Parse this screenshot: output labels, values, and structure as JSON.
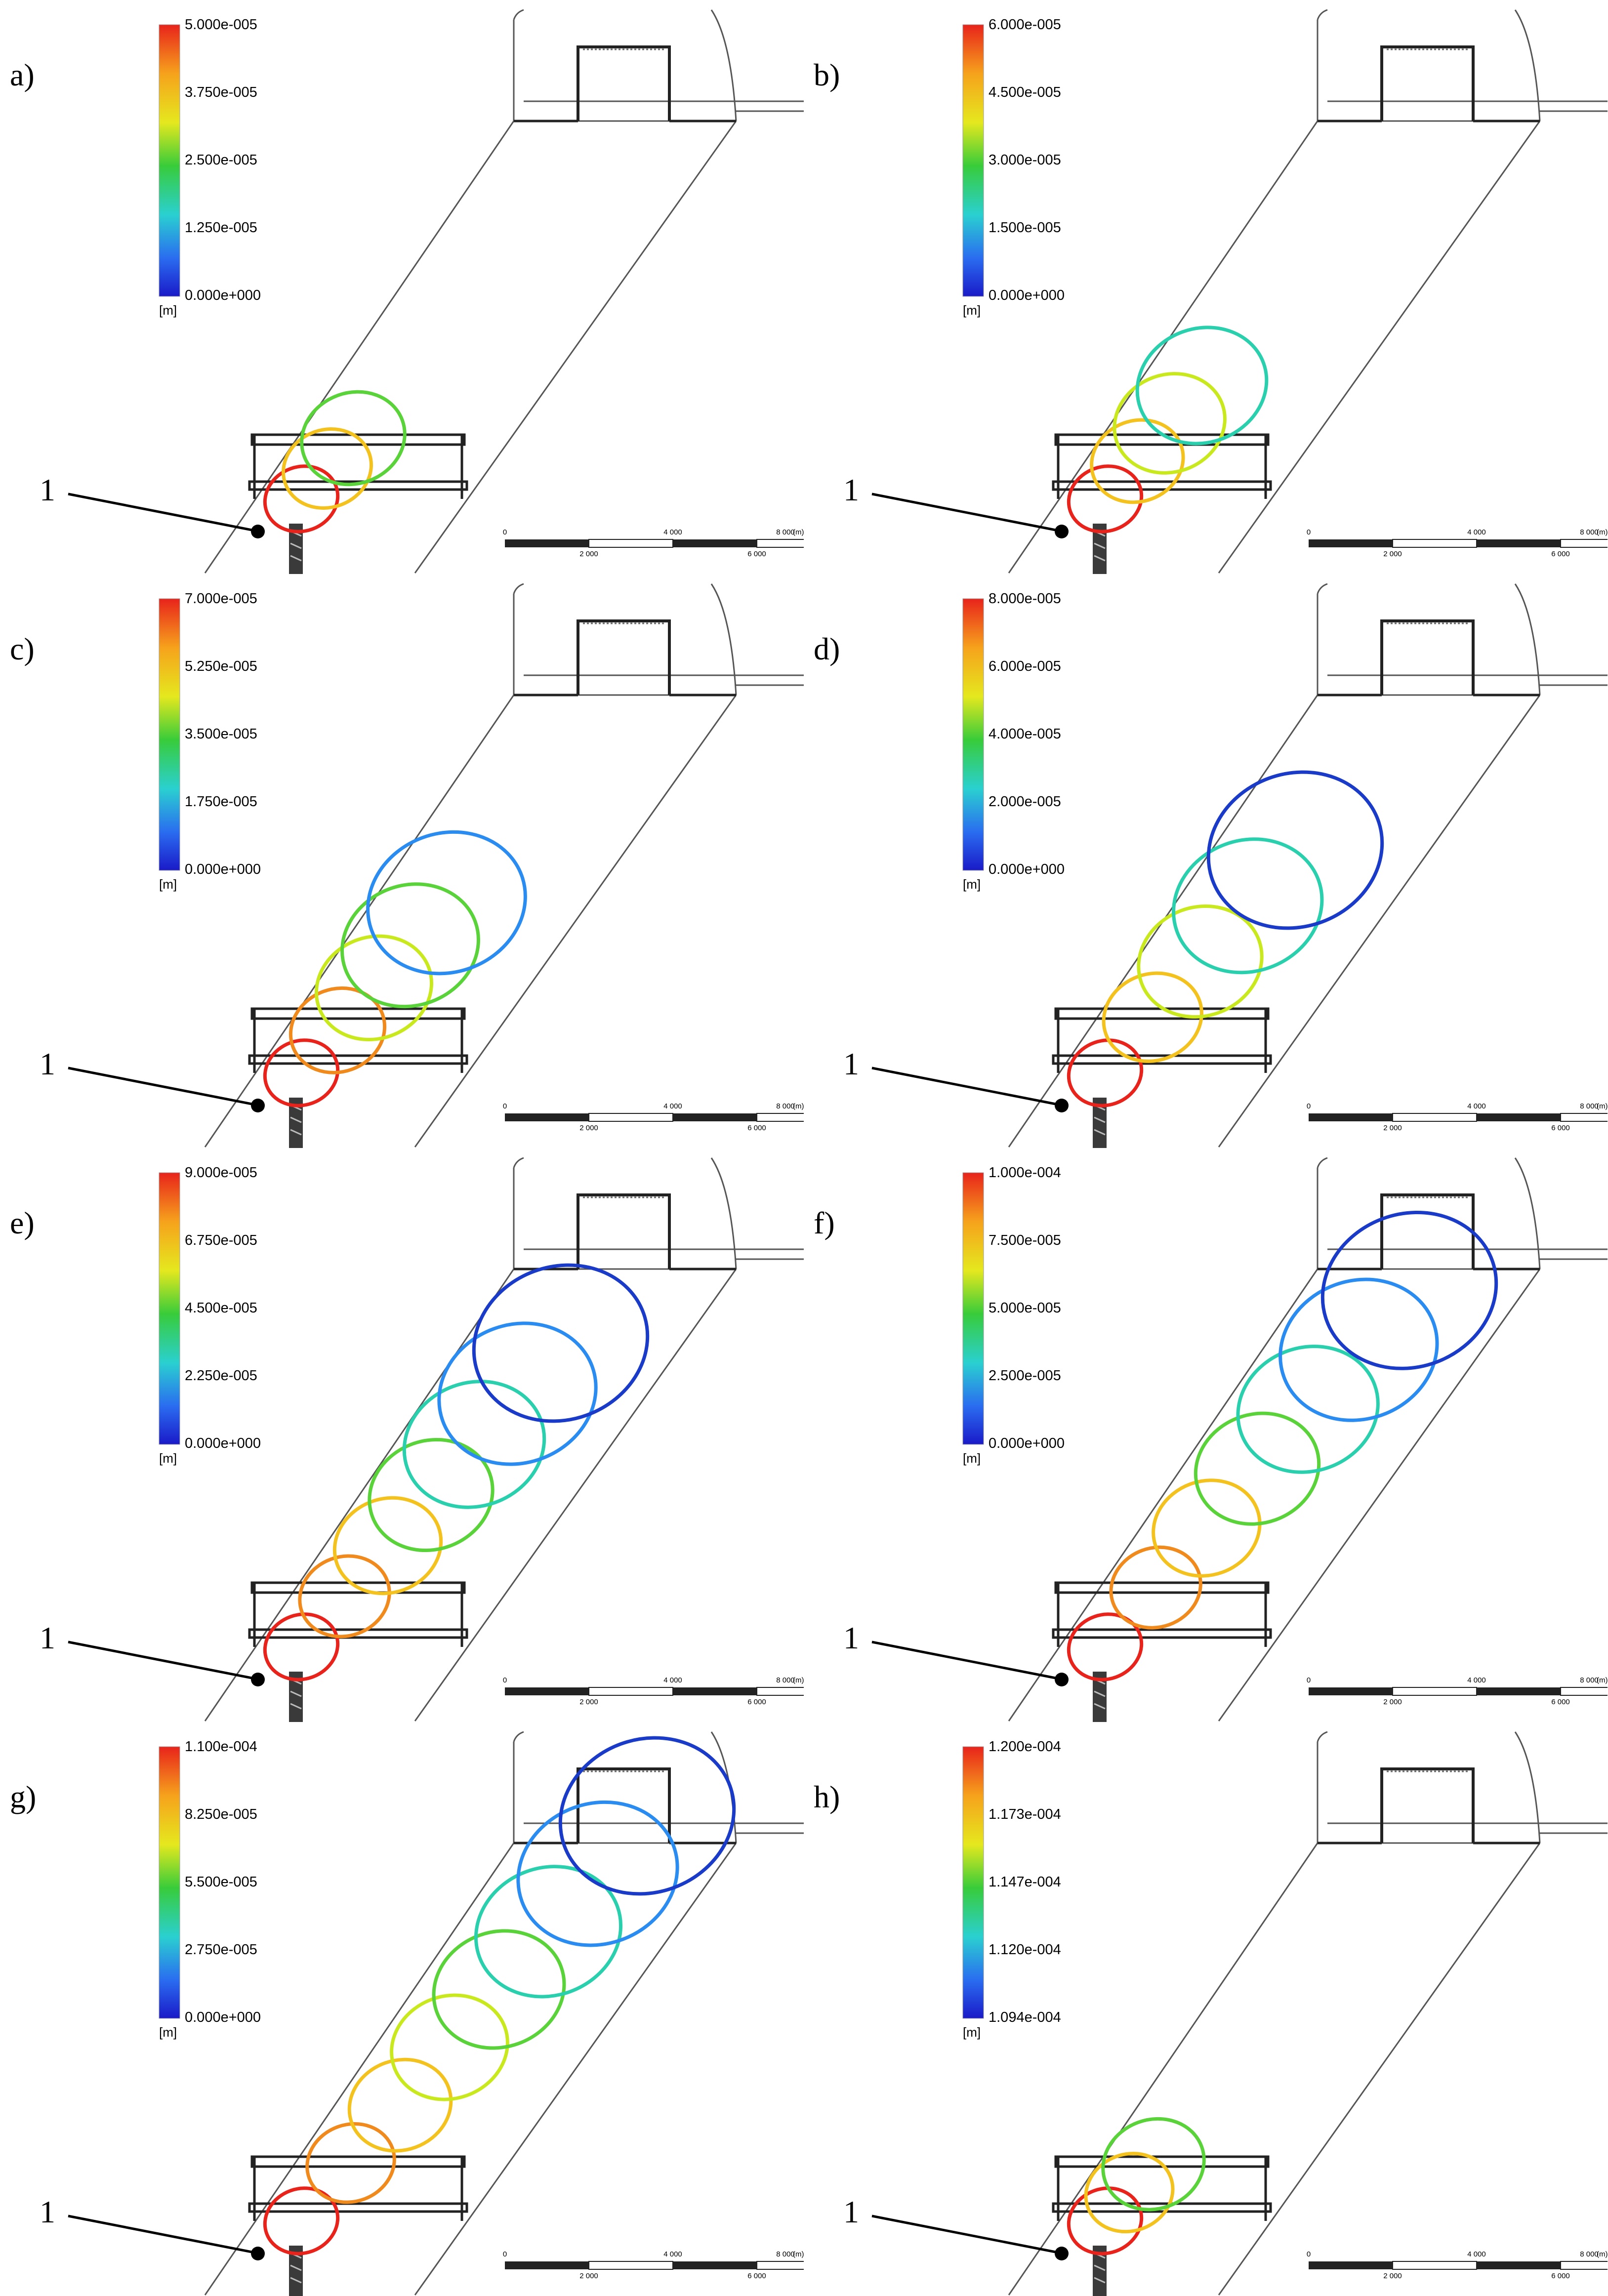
{
  "figure": {
    "legend_unit": "[m]",
    "pointer_label": "1",
    "scale_bar": {
      "top_labels": [
        "0",
        "4 000",
        "8 000"
      ],
      "bottom_labels": [
        "2 000",
        "6 000"
      ],
      "unit": "(m)"
    },
    "panels": [
      {
        "label": "a)",
        "legend_ticks": [
          "5.000e-005",
          "3.750e-005",
          "2.500e-005",
          "1.250e-005",
          "0.000e+000"
        ],
        "extent": 0.15
      },
      {
        "label": "b)",
        "legend_ticks": [
          "6.000e-005",
          "4.500e-005",
          "3.000e-005",
          "1.500e-005",
          "0.000e+000"
        ],
        "extent": 0.28
      },
      {
        "label": "c)",
        "legend_ticks": [
          "7.000e-005",
          "5.250e-005",
          "3.500e-005",
          "1.750e-005",
          "0.000e+000"
        ],
        "extent": 0.42
      },
      {
        "label": "d)",
        "legend_ticks": [
          "8.000e-005",
          "6.000e-005",
          "4.000e-005",
          "2.000e-005",
          "0.000e+000"
        ],
        "extent": 0.55
      },
      {
        "label": "e)",
        "legend_ticks": [
          "9.000e-005",
          "6.750e-005",
          "4.500e-005",
          "2.250e-005",
          "0.000e+000"
        ],
        "extent": 0.75
      },
      {
        "label": "f)",
        "legend_ticks": [
          "1.000e-004",
          "7.500e-005",
          "5.000e-005",
          "2.500e-005",
          "0.000e+000"
        ],
        "extent": 0.88
      },
      {
        "label": "g)",
        "legend_ticks": [
          "1.100e-004",
          "8.250e-005",
          "5.500e-005",
          "2.750e-005",
          "0.000e+000"
        ],
        "extent": 1.0
      },
      {
        "label": "h)",
        "legend_ticks": [
          "1.200e-004",
          "1.173e-004",
          "1.147e-004",
          "1.120e-004",
          "1.094e-004"
        ],
        "extent": 0.14
      }
    ]
  }
}
